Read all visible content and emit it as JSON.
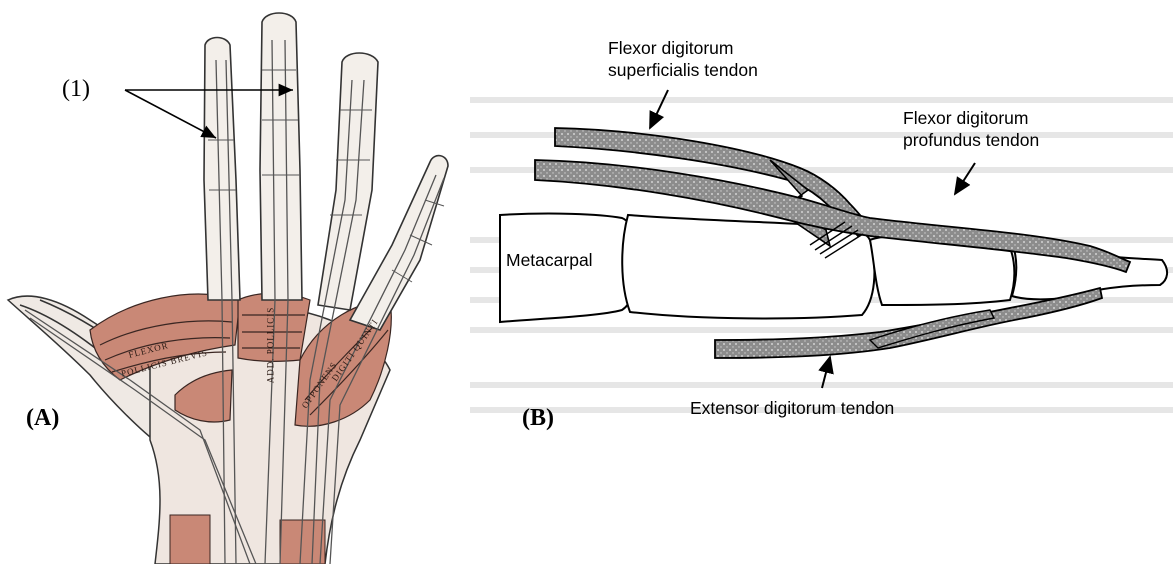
{
  "panel_a": {
    "tag": "(A)",
    "callout": "(1)",
    "muscle_labels": [
      "FLEXOR",
      "POLLICIS BREVIS",
      "ADD. POLLICIS",
      "OPPONENS",
      "DIGITI QUINTI"
    ]
  },
  "panel_b": {
    "tag": "(B)",
    "labels": {
      "fds_line1": "Flexor digitorum",
      "fds_line2": "superficialis tendon",
      "fdp_line1": "Flexor digitorum",
      "fdp_line2": "profundus tendon",
      "metacarpal": "Metacarpal",
      "extensor": "Extensor digitorum tendon"
    }
  },
  "colors": {
    "muscle": "#c98876",
    "tendon_fill": "#8c8c8c",
    "outline": "#000000"
  }
}
